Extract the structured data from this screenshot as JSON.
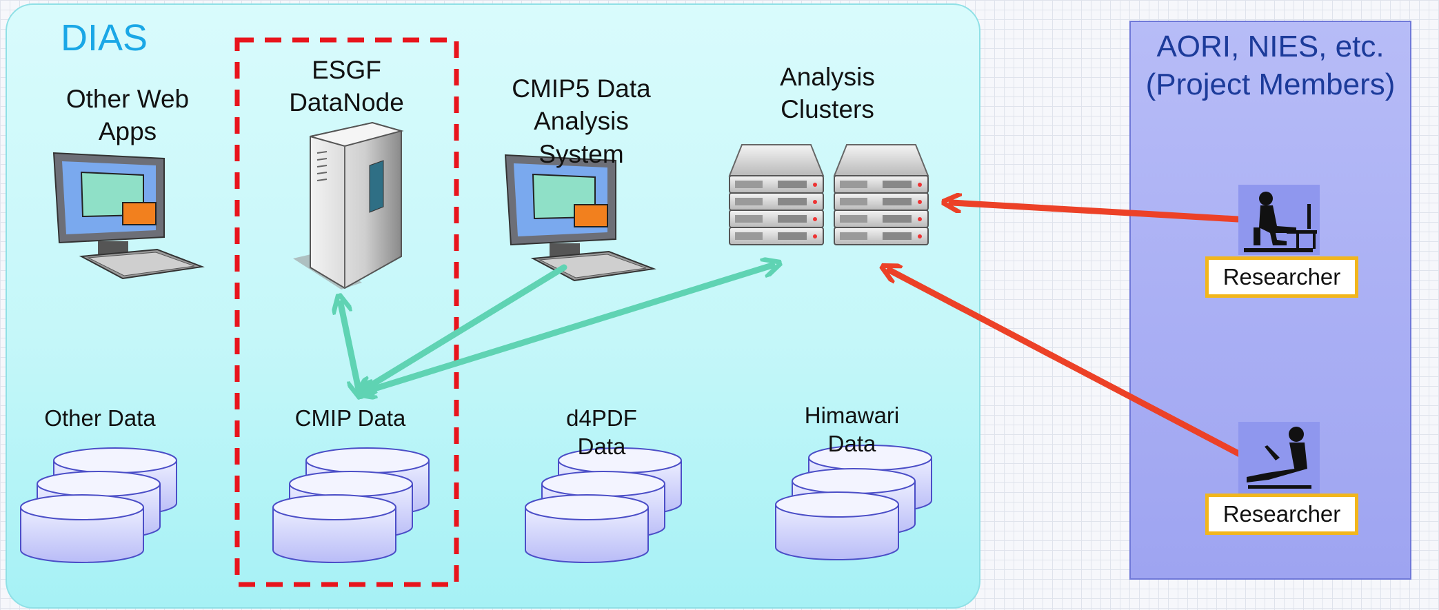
{
  "dias": {
    "title": "DIAS",
    "other_web_apps": "Other Web\nApps",
    "esgf": "ESGF\nDataNode",
    "cmip5_system": "CMIP5 Data\nAnalysis\nSystem",
    "clusters": "Analysis\nClusters",
    "other_data": "Other Data",
    "cmip_data": "CMIP Data",
    "d4pdf": "d4PDF\nData",
    "himawari": "Himawari\nData"
  },
  "members": {
    "title": "AORI, NIES, etc.\n(Project Members)",
    "researcher1": "Researcher",
    "researcher2": "Researcher"
  },
  "colors": {
    "arrow_green": "#5fd3b3",
    "arrow_red": "#ec4127",
    "dashed_red": "#e8141c",
    "researcher_border": "#f2b61c",
    "dias_title": "#1aa7e6"
  }
}
